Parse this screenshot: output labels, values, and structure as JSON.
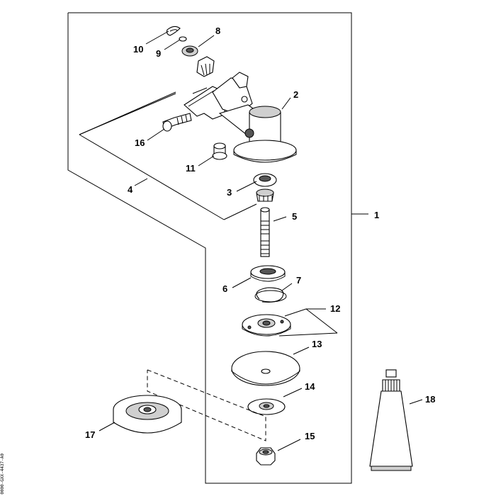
{
  "diagram": {
    "part_labels": [
      "1",
      "2",
      "3",
      "4",
      "5",
      "6",
      "7",
      "8",
      "9",
      "10",
      "11",
      "12",
      "13",
      "14",
      "15",
      "16",
      "17",
      "18"
    ],
    "side_code": "0000-GXX-4437-A0"
  }
}
